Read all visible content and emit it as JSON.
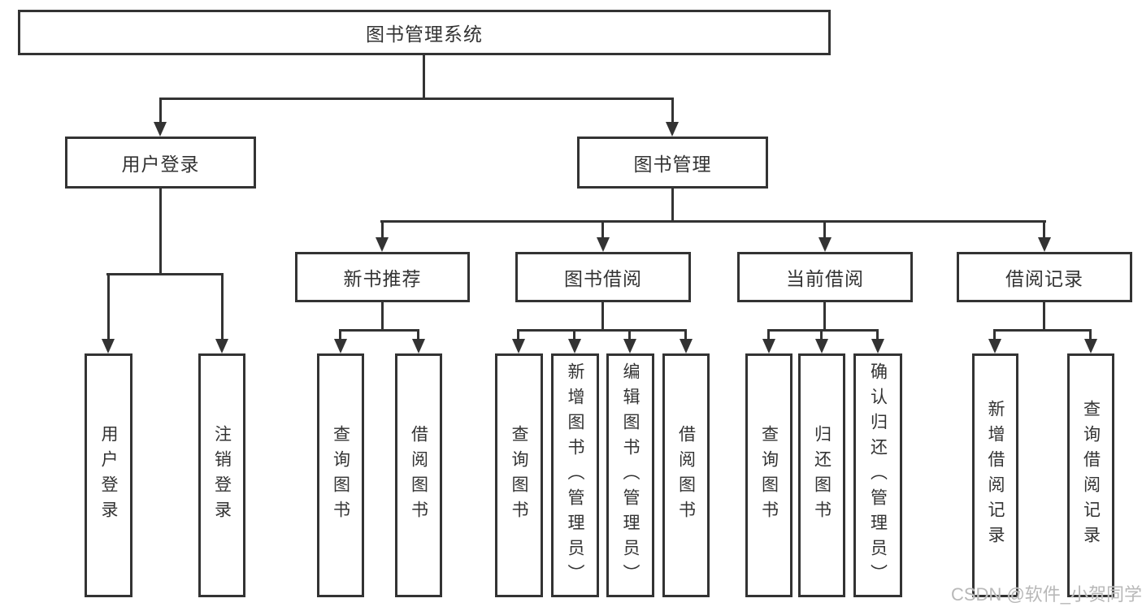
{
  "diagram": {
    "type": "hierarchy-tree",
    "root": {
      "label": "图书管理系统",
      "children": [
        {
          "label": "用户登录",
          "children": [
            {
              "label": "用户登录"
            },
            {
              "label": "注销登录"
            }
          ]
        },
        {
          "label": "图书管理",
          "children": [
            {
              "label": "新书推荐",
              "children": [
                {
                  "label": "查询图书"
                },
                {
                  "label": "借阅图书"
                }
              ]
            },
            {
              "label": "图书借阅",
              "children": [
                {
                  "label": "查询图书"
                },
                {
                  "label": "新增图书（管理员）"
                },
                {
                  "label": "编辑图书（管理员）"
                },
                {
                  "label": "借阅图书"
                }
              ]
            },
            {
              "label": "当前借阅",
              "children": [
                {
                  "label": "查询图书"
                },
                {
                  "label": "归还图书"
                },
                {
                  "label": "确认归还（管理员）"
                }
              ]
            },
            {
              "label": "借阅记录",
              "children": [
                {
                  "label": "新增借阅记录"
                },
                {
                  "label": "查询借阅记录"
                }
              ]
            }
          ]
        }
      ]
    }
  },
  "watermark": {
    "text": "CSDN @软件_小贺同学"
  },
  "colors": {
    "line": "#333333",
    "box_border": "#333333",
    "text": "#333333",
    "background": "#ffffff",
    "watermark": "#b8b8b8"
  }
}
